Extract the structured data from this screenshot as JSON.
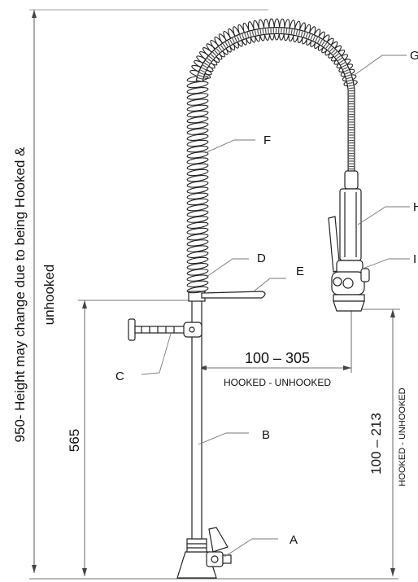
{
  "diagram": {
    "total_height_text": "950- Height may change due to being Hooked &",
    "total_height_text_2": "unhooked",
    "column_height": "565",
    "reach_value": "100 – 305",
    "reach_caption": "HOOKED - UNHOOKED",
    "spray_height_value": "100 – 213",
    "spray_height_caption": "HOOKED - UNHOOKED",
    "callouts": {
      "a": "A",
      "b": "B",
      "c": "C",
      "d": "D",
      "e": "E",
      "f": "F",
      "g": "G",
      "h": "H",
      "i": "I"
    },
    "line_color": "#222222",
    "dimension_color": "#444444",
    "leader_color": "#666666"
  }
}
